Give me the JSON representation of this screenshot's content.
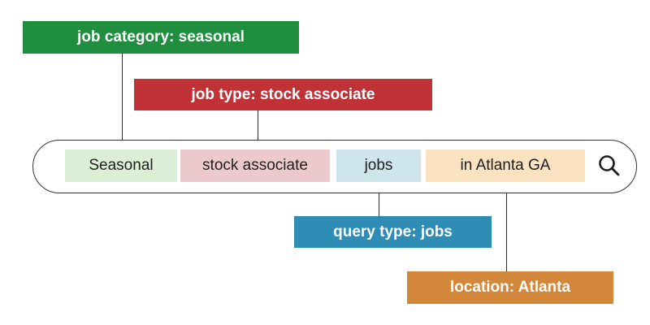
{
  "colors": {
    "category": "#1f8f3f",
    "jobtype": "#c13237",
    "query": "#2f8db5",
    "location": "#d3873a",
    "seasonal_bg": "#dcefd6",
    "stock_bg": "#ecc9cc",
    "jobs_bg": "#cfe5ec",
    "location_bg": "#fbe3c1"
  },
  "search": {
    "segments": [
      {
        "text": "Seasonal"
      },
      {
        "text": "stock associate"
      },
      {
        "text": "jobs"
      },
      {
        "text": "in Atlanta GA"
      }
    ],
    "icon": "search-icon"
  },
  "tags": {
    "category": "job category: seasonal",
    "jobtype": "job type:  stock associate",
    "query": "query type:  jobs",
    "location": "location: Atlanta"
  }
}
